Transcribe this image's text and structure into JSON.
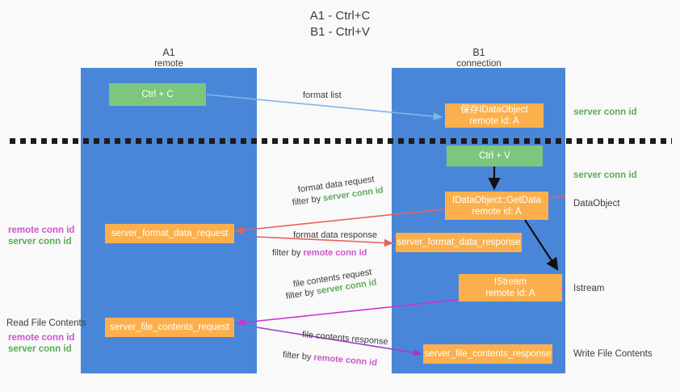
{
  "title": {
    "line1": "A1 - Ctrl+C",
    "line2": "B1 - Ctrl+V"
  },
  "columns": [
    {
      "id": "a1",
      "name": "A1",
      "sub": "remote"
    },
    {
      "id": "b1",
      "name": "B1",
      "sub": "connection"
    }
  ],
  "boxes": {
    "ctrl_c": {
      "label": "Ctrl + C",
      "color": "#7dc67d"
    },
    "ctrl_v": {
      "label": "Ctrl + V",
      "color": "#7dc67d"
    },
    "save_idataobject": {
      "line1": "保存IDataObject",
      "line2": "remote id: A",
      "color": "#fbb04d"
    },
    "getdata": {
      "line1": "IDataObject::GetData",
      "line2": "remote id: A",
      "color": "#fbb04d"
    },
    "istream": {
      "line1": "IStream",
      "line2": "remote id: A",
      "color": "#fbb04d"
    },
    "server_format_data_request": {
      "label": "server_format_data_request",
      "color": "#fbb04d"
    },
    "server_format_data_response": {
      "label": "server_format_data_response",
      "color": "#fbb04d"
    },
    "server_file_contents_request": {
      "label": "server_file_contents_request",
      "color": "#fbb04d"
    },
    "server_file_contents_response": {
      "label": "server_file_contents_response",
      "color": "#fbb04d"
    }
  },
  "edge_labels": {
    "format_list": "format list",
    "format_data_request": "format data request",
    "format_data_request_filter_prefix": "filter by ",
    "format_data_request_filter_value": "server conn id",
    "format_data_response": "format data response",
    "format_data_response_filter_prefix": "filter by ",
    "format_data_response_filter_value": "remote conn id",
    "file_contents_request": "file contents request",
    "file_contents_request_filter_prefix": "filter by ",
    "file_contents_request_filter_value": "server conn id",
    "file_contents_response": "file contents response",
    "file_contents_response_filter_prefix": "filter by ",
    "file_contents_response_filter_value": "remote conn id"
  },
  "side_labels": {
    "right_server_conn_id_top": "server conn id",
    "right_server_conn_id_mid": "server conn id",
    "right_dataobject": "DataObject",
    "right_istream": "Istream",
    "right_write_file_contents": "Write File Contents",
    "left_remote_conn_id_1": "remote conn id",
    "left_server_conn_id_1": "server conn id",
    "left_read_file_contents": "Read File Contents",
    "left_remote_conn_id_2": "remote conn id",
    "left_server_conn_id_2": "server conn id"
  },
  "colors": {
    "lane": "#4a86d8",
    "green_box": "#7dc67d",
    "orange_box": "#fbb04d",
    "green_text": "#5bab5b",
    "magenta_text": "#cc55cc",
    "arrow_light_blue": "#7eb6e8",
    "arrow_red": "#e8615b",
    "arrow_magenta": "#cc33cc",
    "arrow_purple": "#9b3fc9",
    "arrow_black": "#111111",
    "background": "#f9f9f9"
  }
}
